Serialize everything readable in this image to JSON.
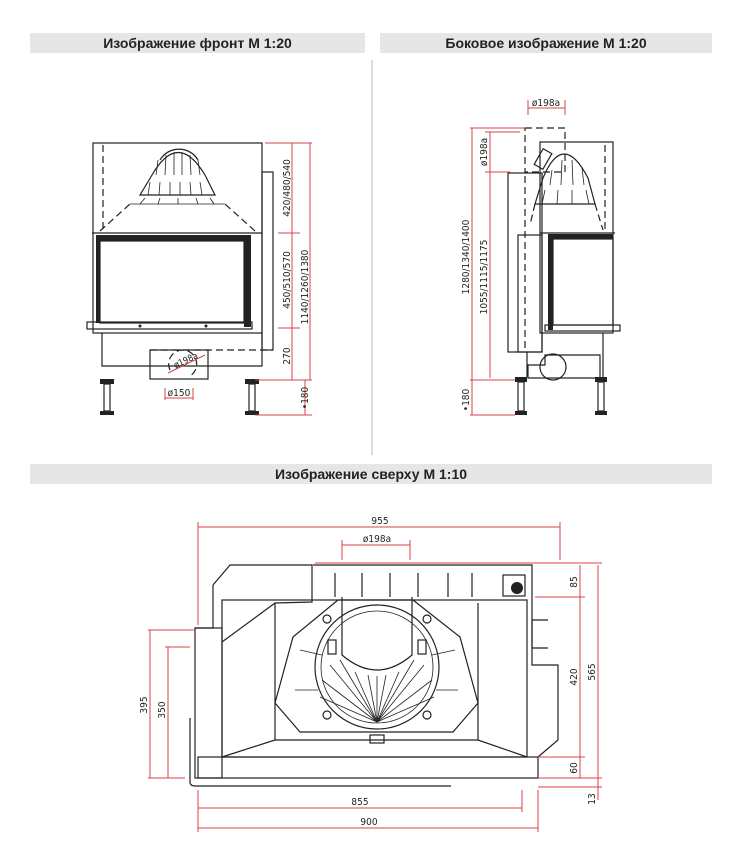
{
  "headers": {
    "front": "Изображение фронт М 1:20",
    "side": "Боковое изображение М 1:20",
    "top": "Изображение сверху М 1:10"
  },
  "front_view": {
    "dim_upper": "420/480/540",
    "dim_middle": "450/510/570",
    "dim_lower": "270",
    "dim_total": "1140/1260/1380",
    "dim_legs": "•180",
    "dim_outlet": "ø150",
    "dim_flue": "ø198a"
  },
  "side_view": {
    "dim_flue_top": "ø198a",
    "dim_flue_vertical": "ø198a",
    "dim_total": "1280/1340/1400",
    "dim_body": "1055/1115/1175",
    "dim_legs": "•180"
  },
  "top_view": {
    "dim_width_total": "955",
    "dim_flue": "ø198a",
    "dim_85": "85",
    "dim_420": "420",
    "dim_565": "565",
    "dim_60": "60",
    "dim_13": "13",
    "dim_395": "395",
    "dim_350": "350",
    "dim_855": "855",
    "dim_900": "900"
  },
  "colors": {
    "dimension": "#d9434a",
    "header_bg": "#e6e6e6",
    "line": "#222222"
  }
}
